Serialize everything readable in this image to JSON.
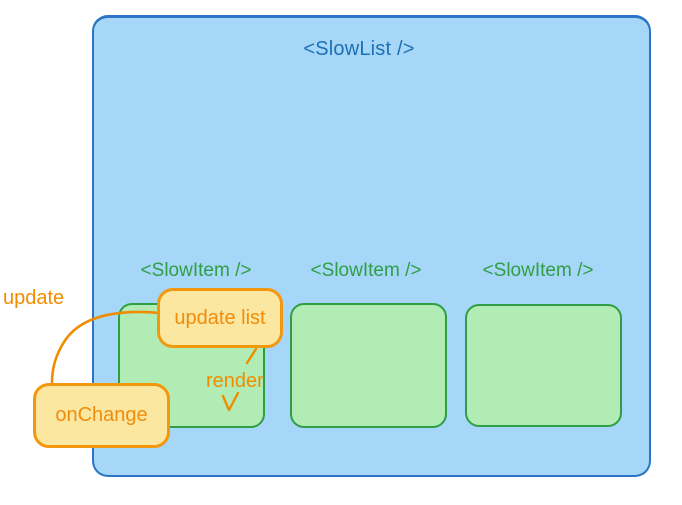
{
  "diagram": {
    "slowlist": {
      "label": "<SlowList />"
    },
    "slowitems": [
      {
        "label": "<SlowItem />"
      },
      {
        "label": "<SlowItem />"
      },
      {
        "label": "<SlowItem />"
      }
    ],
    "annotations": {
      "update": "update",
      "update_list": "update list",
      "onchange": "onChange",
      "render": "render"
    }
  },
  "colors": {
    "list_fill": "#a6d7f8",
    "list_border": "#2b76c4",
    "list_text": "#1c70b6",
    "item_fill": "#b1ecb4",
    "item_border": "#2f9e44",
    "item_text": "#2f9e44",
    "note_fill": "#fce7a0",
    "note_border": "#f2980f",
    "note_text": "#ee8d0d",
    "annot_text": "#f08c00"
  }
}
